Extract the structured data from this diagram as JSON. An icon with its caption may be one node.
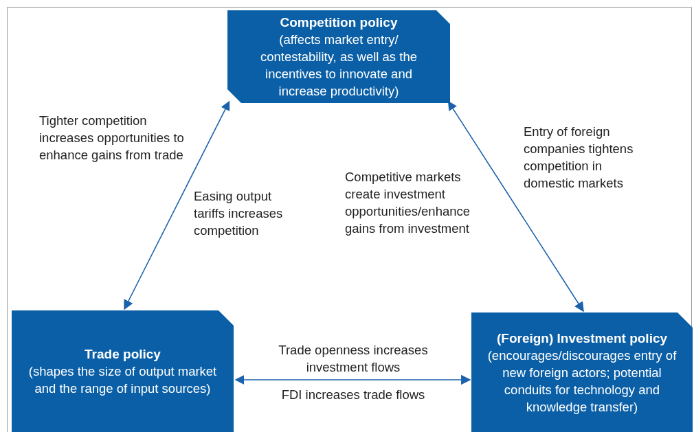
{
  "diagram": {
    "nodes": [
      {
        "text": [
          "Competition policy",
          "(affects market entry/ contestability, as well as the incentives to innovate and increase productivity)"
        ]
      },
      {
        "text": [
          "Trade policy",
          "(shapes the size of output market and the range of input sources)"
        ]
      },
      {
        "text": [
          "(Foreign) Investment policy",
          "(encourages/discourages entry of new foreign actors; potential conduits for technology and knowledge transfer)"
        ]
      }
    ],
    "edges": [
      {
        "from": 0,
        "to": 1,
        "arrow": "both"
      },
      {
        "from": 0,
        "to": 2,
        "arrow": "both"
      },
      {
        "from": 1,
        "to": 2,
        "arrow": "both"
      }
    ],
    "labels": [
      "Tighter competition increases opportunities to enhance gains from trade",
      "Easing output tariffs increases competition",
      "Competitive markets create investment opportunities/enhance gains from investment",
      "Entry of foreign companies tightens competition in domestic markets",
      "Trade openness increases investment flows",
      "FDI increases trade flows"
    ]
  }
}
